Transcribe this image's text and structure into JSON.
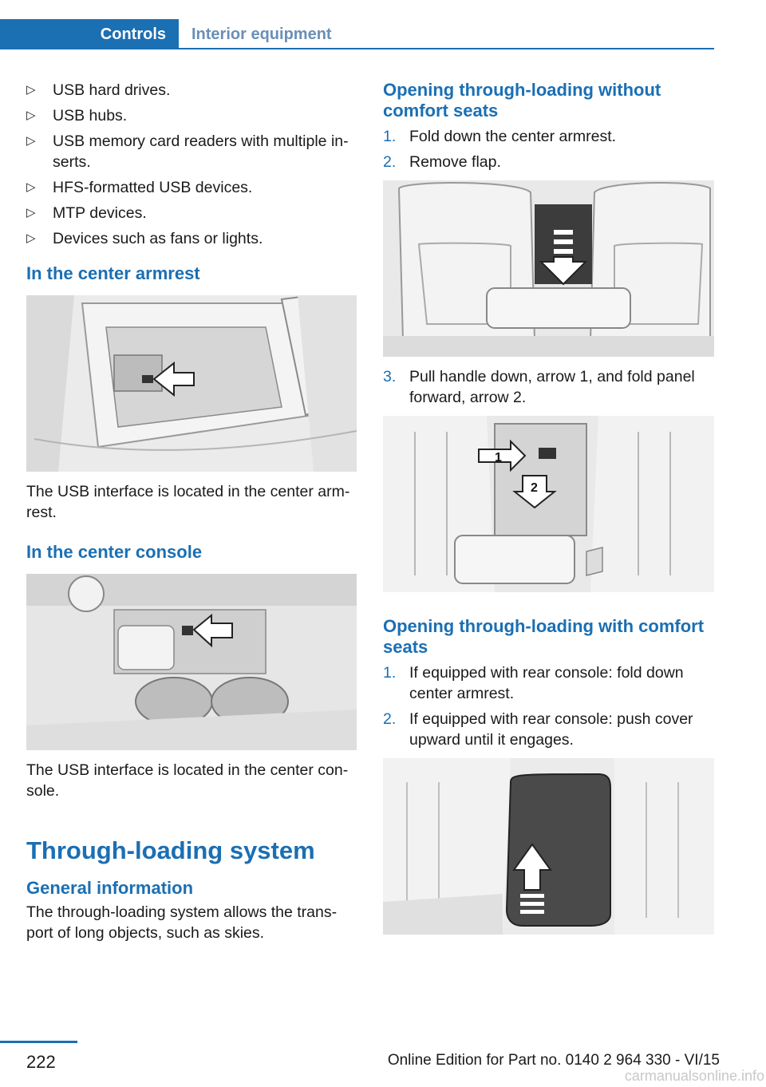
{
  "header": {
    "section": "Controls",
    "subsection": "Interior equipment"
  },
  "left": {
    "bullets": [
      "USB hard drives.",
      "USB hubs.",
      "USB memory card readers with multiple in-serts.",
      "HFS-formatted USB devices.",
      "MTP devices.",
      "Devices such as fans or lights."
    ],
    "armrest_heading": "In the center armrest",
    "armrest_text": "The USB interface is located in the center arm-rest.",
    "console_heading": "In the center console",
    "console_text": "The USB interface is located in the center con-sole.",
    "through_heading": "Through-loading system",
    "general_heading": "General information",
    "general_text": "The through-loading system allows the trans-port of long objects, such as skies."
  },
  "right": {
    "without_heading": "Opening through-loading without comfort seats",
    "without_steps": [
      {
        "num": "1.",
        "text": "Fold down the center armrest."
      },
      {
        "num": "2.",
        "text": "Remove flap."
      }
    ],
    "step3": {
      "num": "3.",
      "text": "Pull handle down, arrow 1, and fold panel forward, arrow 2."
    },
    "fig_label_1": "1",
    "fig_label_2": "2",
    "with_heading": "Opening through-loading with comfort seats",
    "with_steps": [
      {
        "num": "1.",
        "text": "If equipped with rear console: fold down center armrest."
      },
      {
        "num": "2.",
        "text": "If equipped with rear console: push cover upward until it engages."
      }
    ]
  },
  "footer": {
    "page_number": "222",
    "edition": "Online Edition for Part no. 0140 2 964 330 - VI/15",
    "watermark": "carmanualsonline.info"
  }
}
